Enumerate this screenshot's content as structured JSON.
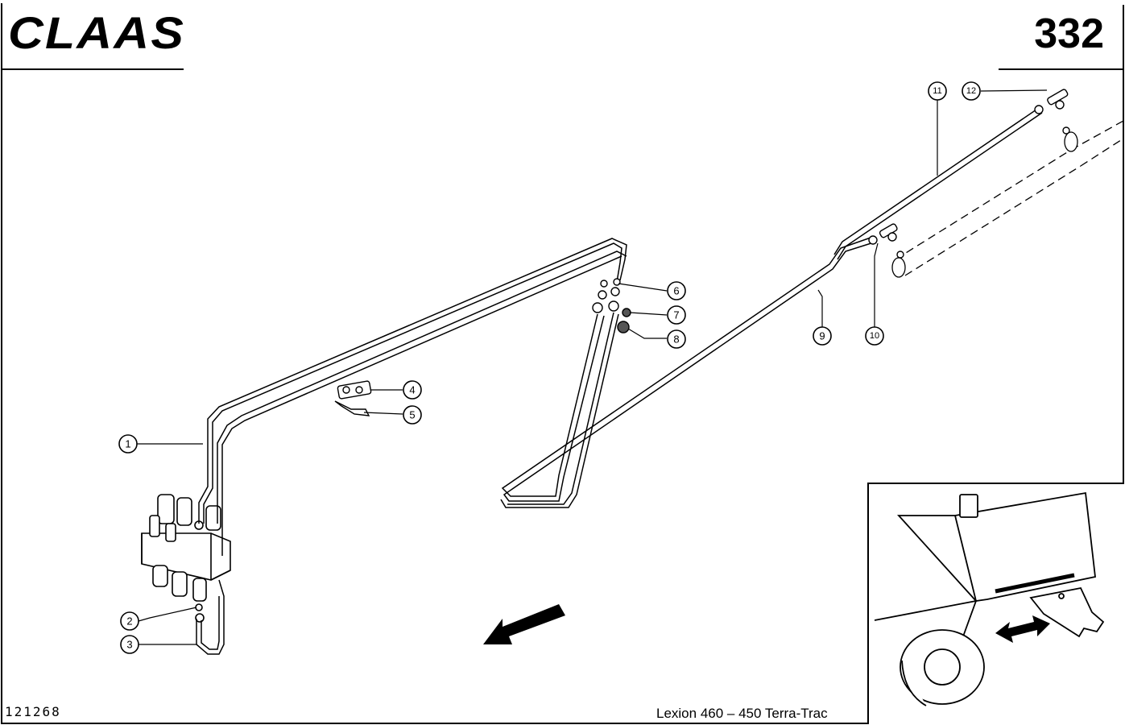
{
  "header": {
    "brand": "CLAAS",
    "page_number": "332"
  },
  "footer": {
    "drawing_number": "121268",
    "model": "Lexion 460 – 450 Terra-Trac"
  },
  "callouts": [
    "1",
    "2",
    "3",
    "4",
    "5",
    "6",
    "7",
    "8",
    "9",
    "10",
    "11",
    "12"
  ]
}
